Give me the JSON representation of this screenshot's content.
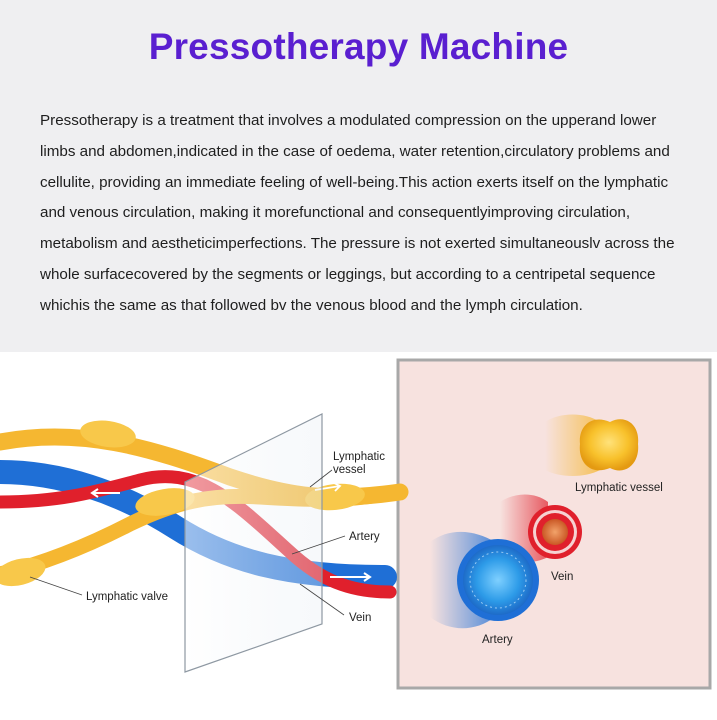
{
  "title": "Pressotherapy Machine",
  "description": "Pressotherapy is a treatment that involves a modulated compression on the upperand lower limbs and abdomen,indicated in the case of oedema, water retention,circulatory problems and cellulite, providing an immediate feeling of well-being.This action exerts itself on the lymphatic and venous circulation, making it morefunctional and consequentlyimproving circulation, metabolism and aestheticimperfections. The pressure is not exerted simultaneouslv across the whole surfacecovered by the segments or leggings, but according to a centripetal sequence whichis the same as that followed bv the venous blood and the lymph circulation.",
  "diagram": {
    "labels": {
      "lymphatic_vessel_line1": "Lymphatic",
      "lymphatic_vessel_line2": "vessel",
      "artery": "Artery",
      "vein": "Vein",
      "lymphatic_valve": "Lymphatic valve"
    },
    "cross_section_labels": {
      "lymphatic_vessel": "Lymphatic  vessel",
      "vein": "Vein",
      "artery": "Artery"
    },
    "colors": {
      "title": "#5a1fd0",
      "lymph": "#f5b731",
      "vein": "#1f6fd6",
      "artery": "#e0202c",
      "panel_bg": "#f7e2df",
      "panel_border": "#a8a8a8"
    }
  }
}
